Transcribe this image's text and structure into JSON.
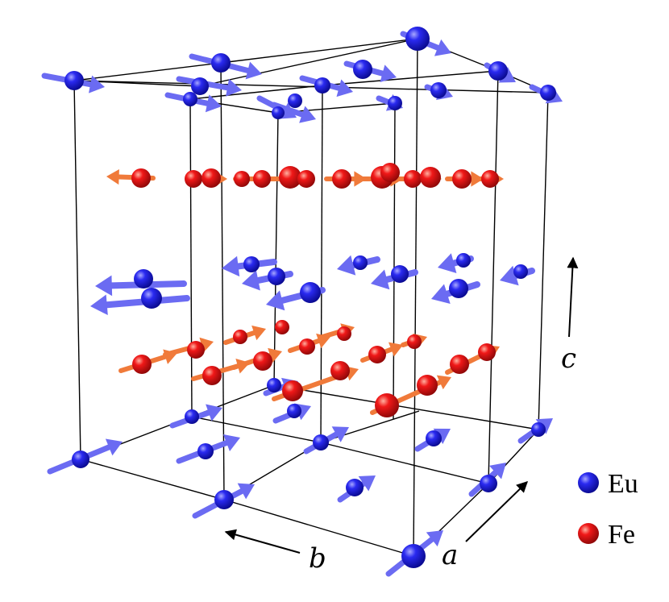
{
  "axes": {
    "a": "a",
    "b": "b",
    "c": "c"
  },
  "legend": [
    {
      "label": "Eu",
      "color": "#1a1ad8"
    },
    {
      "label": "Fe",
      "color": "#e01010"
    }
  ],
  "colors": {
    "eu_atom": "#1a1ad8",
    "fe_atom": "#e01010",
    "eu_moment": "#6b6bf2",
    "fe_moment": "#f07a3a",
    "cell_edge": "#000000"
  }
}
